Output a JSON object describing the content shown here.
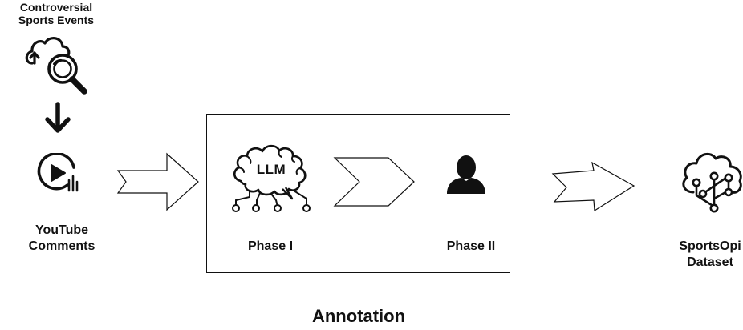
{
  "diagram": {
    "source_label": {
      "line1": "Controversial",
      "line2": "Sports Events"
    },
    "comments_label": {
      "line1": "YouTube",
      "line2": "Comments"
    },
    "llm_badge": "LLM",
    "phase1_label": "Phase I",
    "phase2_label": "Phase II",
    "dataset_label": {
      "line1": "SportsOpi",
      "line2": "Dataset"
    },
    "annotation_label": "Annotation"
  },
  "icons": {
    "source": "cloud-search-icon",
    "flow_down": "arrow-down-icon",
    "comments": "youtube-play-icon",
    "llm": "brain-network-icon",
    "human": "person-icon",
    "dataset": "cloud-network-icon"
  }
}
